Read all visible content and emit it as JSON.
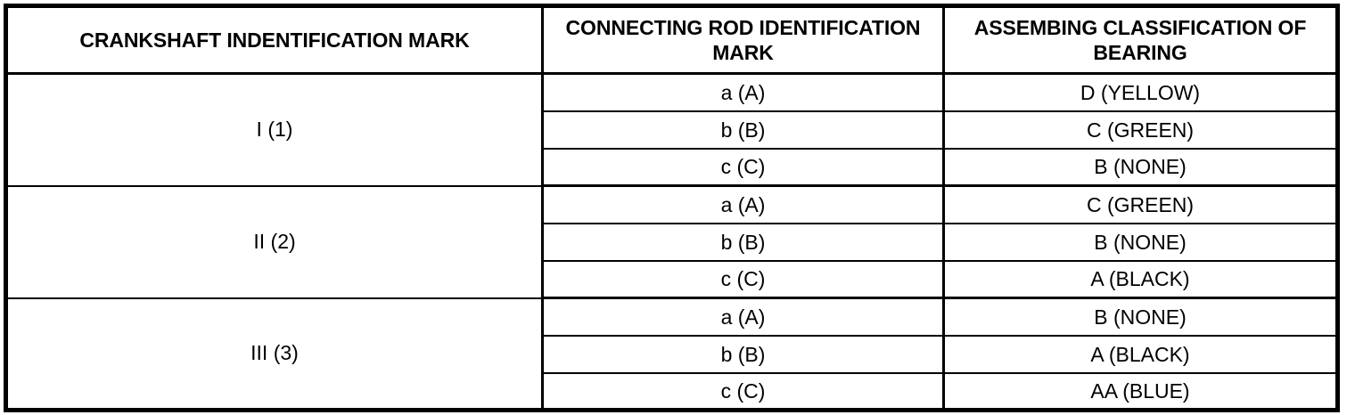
{
  "table": {
    "headers": [
      "CRANKSHAFT INDENTIFICATION MARK",
      "CONNECTING ROD IDENTIFICATION MARK",
      "ASSEMBING CLASSIFICATION OF BEARING"
    ],
    "groups": [
      {
        "crankshaft_mark": "I (1)",
        "rows": [
          {
            "rod_mark": "a (A)",
            "bearing": "D (YELLOW)"
          },
          {
            "rod_mark": "b (B)",
            "bearing": "C (GREEN)"
          },
          {
            "rod_mark": "c (C)",
            "bearing": "B (NONE)"
          }
        ]
      },
      {
        "crankshaft_mark": "II (2)",
        "rows": [
          {
            "rod_mark": "a (A)",
            "bearing": "C (GREEN)"
          },
          {
            "rod_mark": "b (B)",
            "bearing": "B (NONE)"
          },
          {
            "rod_mark": "c (C)",
            "bearing": "A (BLACK)"
          }
        ]
      },
      {
        "crankshaft_mark": "III (3)",
        "rows": [
          {
            "rod_mark": "a (A)",
            "bearing": "B (NONE)"
          },
          {
            "rod_mark": "b (B)",
            "bearing": "A (BLACK)"
          },
          {
            "rod_mark": "c (C)",
            "bearing": "AA (BLUE)"
          }
        ]
      }
    ],
    "colors": {
      "border": "#000000",
      "background": "#ffffff",
      "text": "#000000"
    }
  }
}
